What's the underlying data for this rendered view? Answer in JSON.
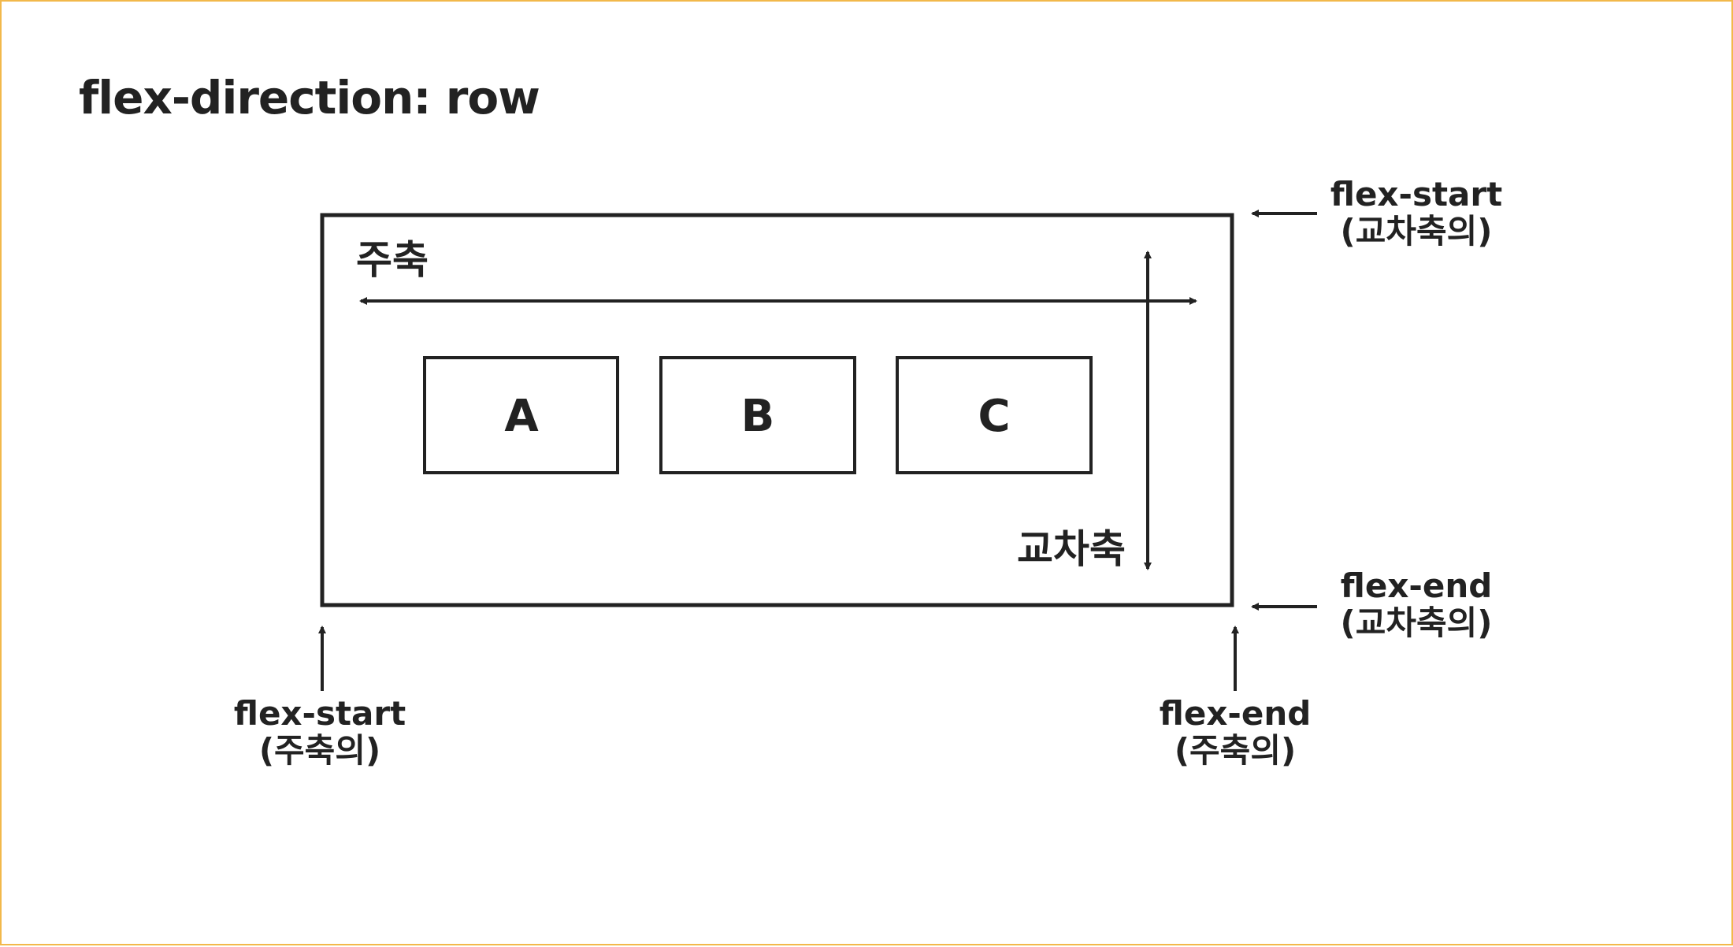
{
  "title": "flex-direction: row",
  "main_axis_label": "주축",
  "cross_axis_label": "교차축",
  "items": [
    "A",
    "B",
    "C"
  ],
  "annotations": {
    "cross_start": {
      "line1": "flex-start",
      "line2": "(교차축의)"
    },
    "cross_end": {
      "line1": "flex-end",
      "line2": "(교차축의)"
    },
    "main_start": {
      "line1": "flex-start",
      "line2": "(주축의)"
    },
    "main_end": {
      "line1": "flex-end",
      "line2": "(주축의)"
    }
  },
  "colors": {
    "ink": "#222222",
    "frame_border": "#f2b84b",
    "background": "#ffffff"
  }
}
